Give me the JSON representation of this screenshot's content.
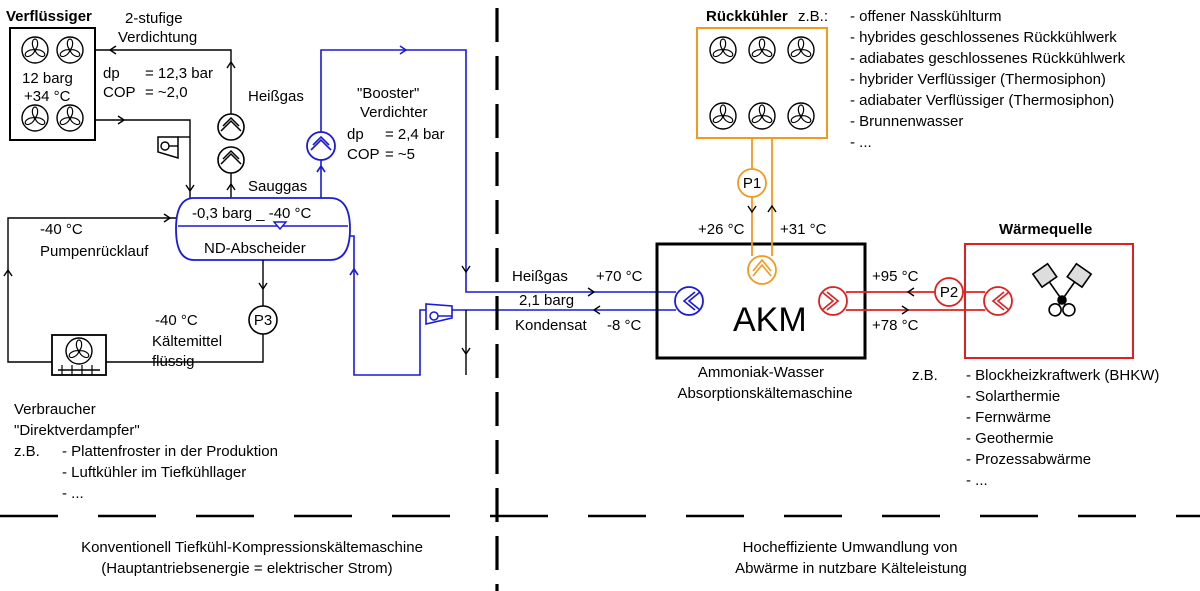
{
  "left": {
    "condenser": {
      "title": "Verflüssiger",
      "pressure": "12 barg",
      "temp": "+34 °C"
    },
    "compression": {
      "title_line1": "2-stufige",
      "title_line2": "Verdichtung",
      "dp_label": "dp",
      "dp_value": "= 12,3 bar",
      "cop_label": "COP",
      "cop_value": "= ~2,0"
    },
    "hotgas_label": "Heißgas",
    "booster": {
      "line1": "\"Booster\"",
      "line2": "Verdichter",
      "dp_label": "dp",
      "dp_value": "= 2,4 bar",
      "cop_label": "COP",
      "cop_value": "= ~5"
    },
    "suction_label": "Sauggas",
    "separator": {
      "state": "-0,3 barg _ -40 °C",
      "name": "ND-Abscheider"
    },
    "return_temp": "-40 °C",
    "return_label": "Pumpenrücklauf",
    "pump_p3": "P3",
    "liquid": {
      "temp": "-40 °C",
      "line1": "Kältemittel",
      "line2": "flüssig"
    },
    "consumer": {
      "line1": "Verbraucher",
      "line2": "\"Direktverdampfer\"",
      "eg": "z.B.",
      "items": [
        "- Plattenfroster in der Produktion",
        "- Luftkühler im Tiefkühllager",
        "- ..."
      ]
    }
  },
  "middle": {
    "hotgas": "Heißgas",
    "hotgas_temp": "+70 °C",
    "pressure": "2,1 barg",
    "condensate": "Kondensat",
    "condensate_temp": "-8 °C"
  },
  "akm": {
    "label": "AKM",
    "caption_line1": "Ammoniak-Wasser",
    "caption_line2": "Absorptionskältemaschine"
  },
  "cooler": {
    "title": "Rückkühler",
    "eg": "z.B.:",
    "items": [
      "- offener Nasskühlturm",
      "- hybrides geschlossenes Rückkühlwerk",
      "- adiabates geschlossenes Rückkühlwerk",
      "- hybrider Verflüssiger (Thermosiphon)",
      "- adiabater Verflüssiger (Thermosiphon)",
      "- Brunnenwasser",
      "- ..."
    ],
    "pump": "P1",
    "temp_in": "+26 °C",
    "temp_out": "+31 °C"
  },
  "heat_source": {
    "title": "Wärmequelle",
    "pump": "P2",
    "temp_hot": "+95 °C",
    "temp_cold": "+78 °C",
    "eg": "z.B.",
    "items": [
      "- Blockheizkraftwerk (BHKW)",
      "- Solarthermie",
      "- Fernwärme",
      "- Geothermie",
      "- Prozessabwärme",
      "- ..."
    ]
  },
  "footer": {
    "left_line1": "Konventionell Tiefkühl-Kompressionskältemaschine",
    "left_line2": "(Hauptantriebsenergie = elektrischer Strom)",
    "right_line1": "Hocheffiziente Umwandlung von",
    "right_line2": "Abwärme in nutzbare Kälteleistung"
  },
  "colors": {
    "left_circuit": "#000000",
    "booster_circuit": "#1a1ad8",
    "cooling_water": "#f39a1e",
    "heating_water": "#e02020"
  }
}
